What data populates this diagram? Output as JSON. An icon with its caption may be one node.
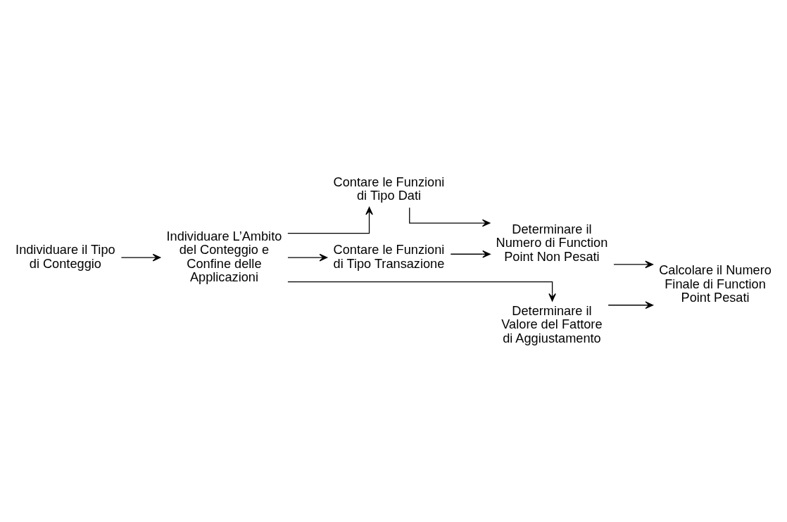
{
  "diagram": {
    "nodes": [
      {
        "text": [
          "Individuare il Tipo di Conteggio"
        ]
      },
      {
        "text": [
          "Individuare L’Ambito del Conteggio e Confine delle Applicazioni"
        ]
      },
      {
        "text": [
          "Contare le Funzioni di Tipo Dati"
        ]
      },
      {
        "text": [
          "Contare le Funzioni di Tipo Transazione"
        ]
      },
      {
        "text": [
          "Determinare il Numero di Function Point Non Pesati"
        ]
      },
      {
        "text": [
          "Determinare il Valore del Fattore di Aggiustamento"
        ]
      },
      {
        "text": [
          "Calcolare il Numero Finale di Function Point Pesati"
        ]
      }
    ],
    "edges": [
      {
        "from": 0,
        "to": 1,
        "arrow": "to"
      },
      {
        "from": 1,
        "to": 2,
        "arrow": "to"
      },
      {
        "from": 1,
        "to": 3,
        "arrow": "to"
      },
      {
        "from": 1,
        "to": 5,
        "arrow": "to"
      },
      {
        "from": 2,
        "to": 4,
        "arrow": "to"
      },
      {
        "from": 3,
        "to": 4,
        "arrow": "to"
      },
      {
        "from": 4,
        "to": 6,
        "arrow": "to"
      },
      {
        "from": 5,
        "to": 6,
        "arrow": "to"
      }
    ]
  }
}
